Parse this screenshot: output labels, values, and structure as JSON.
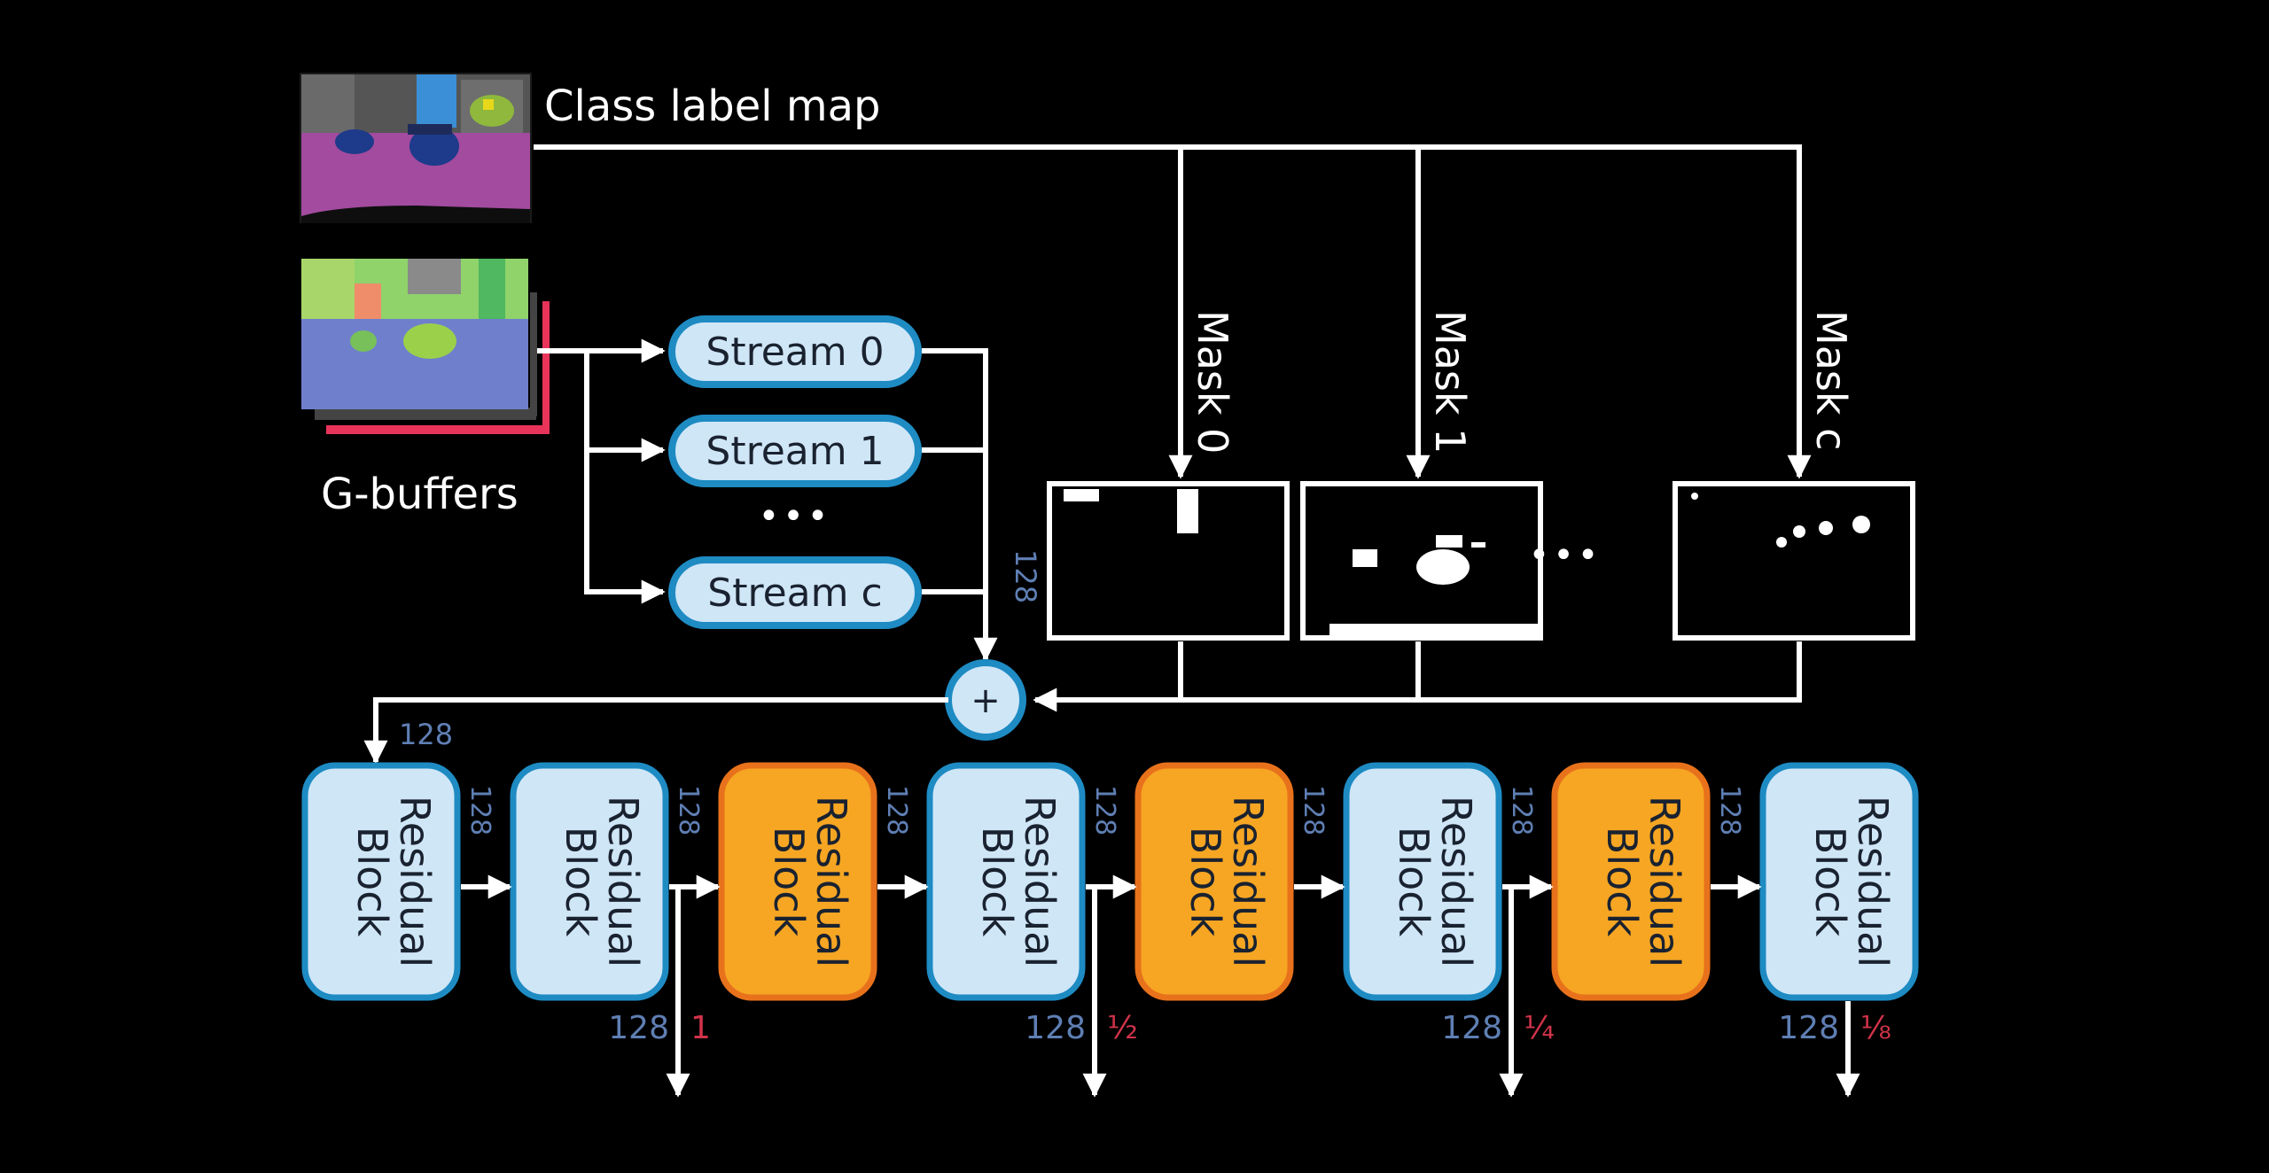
{
  "colors": {
    "background": "#000000",
    "wire": "#ffffff",
    "block_blue_fill": "#cfe6f7",
    "block_blue_border": "#1e8bc3",
    "block_orange_fill": "#f6a623",
    "block_orange_border": "#e8721c",
    "channel_text": "#5f7fb4",
    "scale_text": "#d2334a",
    "gbuffer_accent": "#e8335a"
  },
  "inputs": {
    "class_label_map": "Class label map",
    "g_buffers": "G-buffers"
  },
  "streams": [
    "Stream 0",
    "Stream 1",
    "Stream c"
  ],
  "streams_ellipsis": "•••",
  "masks": [
    "Mask 0",
    "Mask 1",
    "Mask c"
  ],
  "masks_ellipsis": "•••",
  "sum_node": "+",
  "stream_out_channels": "128",
  "input_channels": "128",
  "blocks": [
    {
      "line1": "Residual",
      "line2": "Block",
      "type": "blue"
    },
    {
      "line1": "Residual",
      "line2": "Block",
      "type": "blue"
    },
    {
      "line1": "Residual",
      "line2": "Block",
      "type": "orange"
    },
    {
      "line1": "Residual",
      "line2": "Block",
      "type": "blue"
    },
    {
      "line1": "Residual",
      "line2": "Block",
      "type": "orange"
    },
    {
      "line1": "Residual",
      "line2": "Block",
      "type": "blue"
    },
    {
      "line1": "Residual",
      "line2": "Block",
      "type": "orange"
    },
    {
      "line1": "Residual",
      "line2": "Block",
      "type": "blue"
    }
  ],
  "between_channels": [
    "128",
    "128",
    "128",
    "128",
    "128",
    "128",
    "128"
  ],
  "outputs": [
    {
      "channels": "128",
      "scale": "1"
    },
    {
      "channels": "128",
      "scale": "½"
    },
    {
      "channels": "128",
      "scale": "¼"
    },
    {
      "channels": "128",
      "scale": "⅛"
    }
  ]
}
